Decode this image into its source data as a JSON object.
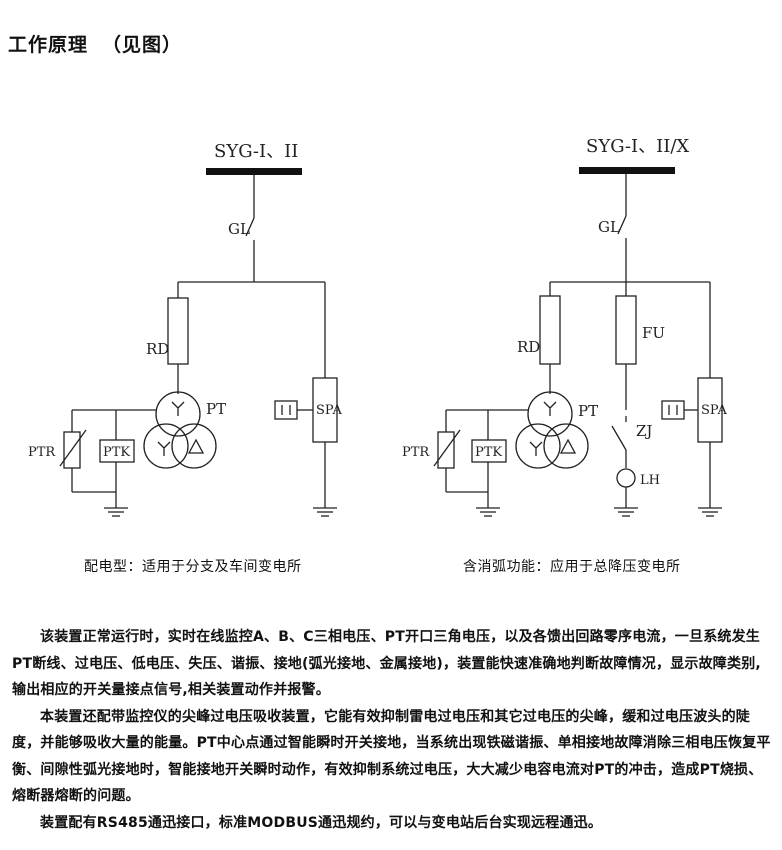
{
  "heading": {
    "title": "工作原理",
    "note": "（见图）"
  },
  "diagrams": {
    "left": {
      "busbar": "SYG-I、II",
      "switch": "GL",
      "fuse": "RD",
      "transformer": "PT",
      "resistor": "PTR",
      "pt_box": "PTK",
      "absorber": "SPA"
    },
    "right": {
      "busbar": "SYG-I、II/X",
      "switch": "GL",
      "fuse": "RD",
      "fuse2": "FU",
      "transformer": "PT",
      "resistor": "PTR",
      "pt_box": "PTK",
      "absorber": "SPA",
      "smart_switch": "ZJ",
      "coil": "LH"
    }
  },
  "captions": {
    "left": "配电型：适用于分支及车间变电所",
    "right": "含消弧功能：应用于总降压变电所"
  },
  "description": [
    "该装置正常运行时，实时在线监控A、B、C三相电压、PT开口三角电压，以及各馈出回路零序电流，一旦系统发生PT断线、过电压、低电压、失压、谐振、接地(弧光接地、金属接地)，装置能快速准确地判断故障情况，显示故障类别,输出相应的开关量接点信号,相关装置动作并报警。",
    "本装置还配带监控仪的尖峰过电压吸收装置，它能有效抑制雷电过电压和其它过电压的尖峰，缓和过电压波头的陡度，并能够吸收大量的能量。PT中心点通过智能瞬时开关接地，当系统出现铁磁谐振、单相接地故障消除三相电压恢复平衡、间隙性弧光接地时，智能接地开关瞬时动作，有效抑制系统过电压，大大减少电容电流对PT的冲击，造成PT烧损、熔断器熔断的问题。",
    "装置配有RS485通迅接口，标准MODBUS通迅规约，可以与变电站后台实现远程通迅。"
  ]
}
